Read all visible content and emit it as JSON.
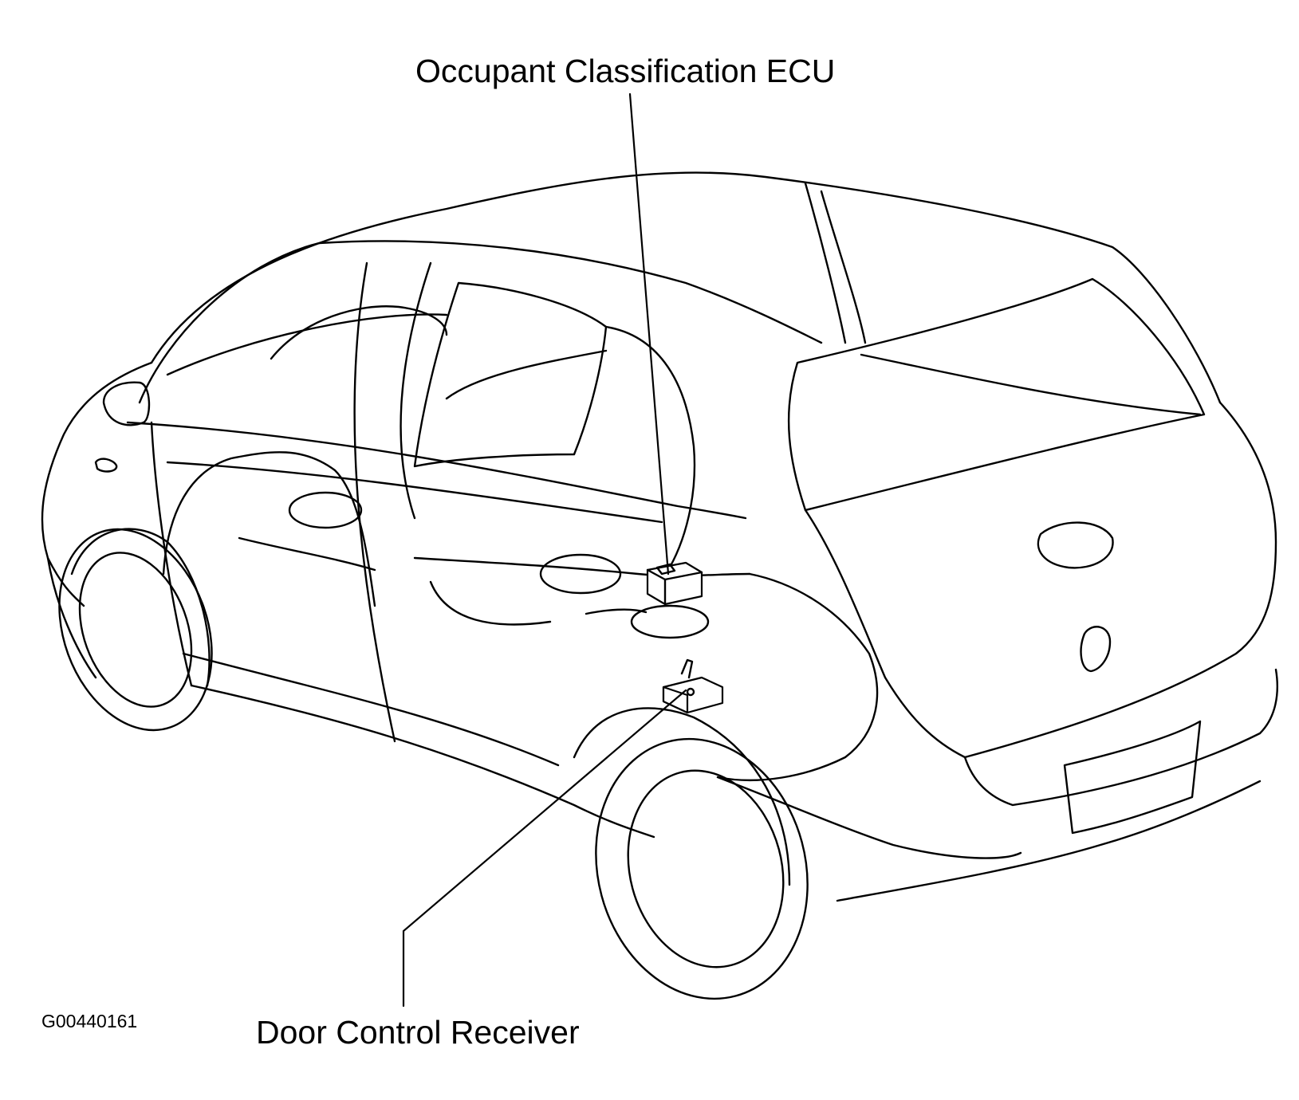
{
  "callouts": {
    "occupant_classification_ecu": "Occupant Classification ECU",
    "door_control_receiver": "Door Control Receiver"
  },
  "figure_id": "G00440161",
  "colors": {
    "line": "#000000",
    "background": "#ffffff"
  }
}
